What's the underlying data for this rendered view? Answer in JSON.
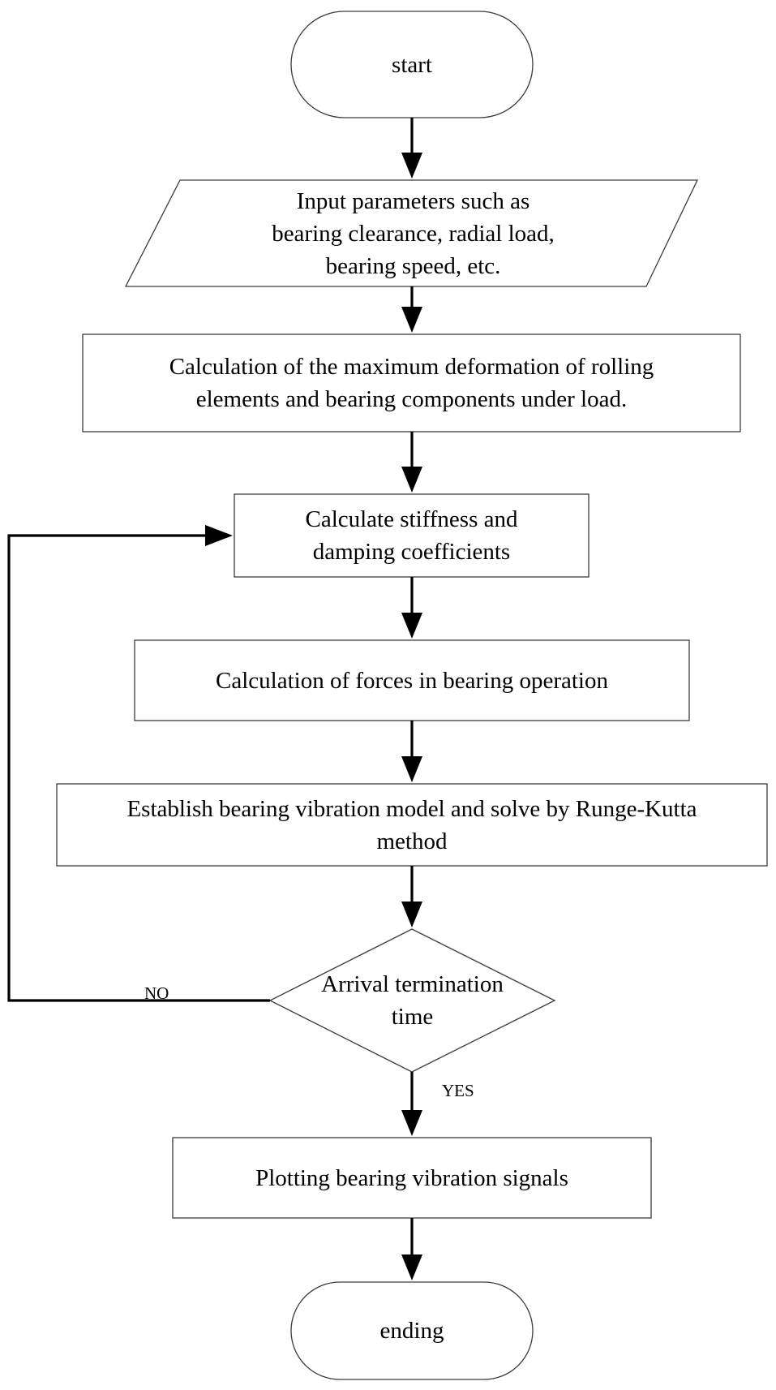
{
  "diagram": {
    "nodes": [
      {
        "id": "start",
        "shape": "terminal",
        "text": "start"
      },
      {
        "id": "input",
        "shape": "parallelogram",
        "text": "Input parameters such as\nbearing clearance, radial load,\nbearing speed, etc."
      },
      {
        "id": "deformation",
        "shape": "process",
        "text": "Calculation of the maximum deformation of rolling\nelements and bearing components under load."
      },
      {
        "id": "stiffness",
        "shape": "process",
        "text": "Calculate stiffness and\ndamping coefficients"
      },
      {
        "id": "forces",
        "shape": "process",
        "text": "Calculation of forces in bearing operation"
      },
      {
        "id": "model",
        "shape": "process",
        "text": "Establish bearing vibration model and solve by Runge-Kutta\nmethod"
      },
      {
        "id": "decision",
        "shape": "decision",
        "text": "Arrival termination\ntime"
      },
      {
        "id": "plot",
        "shape": "process",
        "text": "Plotting bearing vibration signals"
      },
      {
        "id": "end",
        "shape": "terminal",
        "text": "ending"
      }
    ],
    "edges": [
      {
        "from": "start",
        "to": "input",
        "label": ""
      },
      {
        "from": "input",
        "to": "deformation",
        "label": ""
      },
      {
        "from": "deformation",
        "to": "stiffness",
        "label": ""
      },
      {
        "from": "stiffness",
        "to": "forces",
        "label": ""
      },
      {
        "from": "forces",
        "to": "model",
        "label": ""
      },
      {
        "from": "model",
        "to": "decision",
        "label": ""
      },
      {
        "from": "decision",
        "to": "plot",
        "label": "YES"
      },
      {
        "from": "plot",
        "to": "end",
        "label": ""
      },
      {
        "from": "decision",
        "to": "stiffness",
        "label": "NO"
      }
    ],
    "colors": {
      "stroke": "#3a3a3a",
      "connector": "#000000",
      "fill": "#ffffff"
    }
  }
}
